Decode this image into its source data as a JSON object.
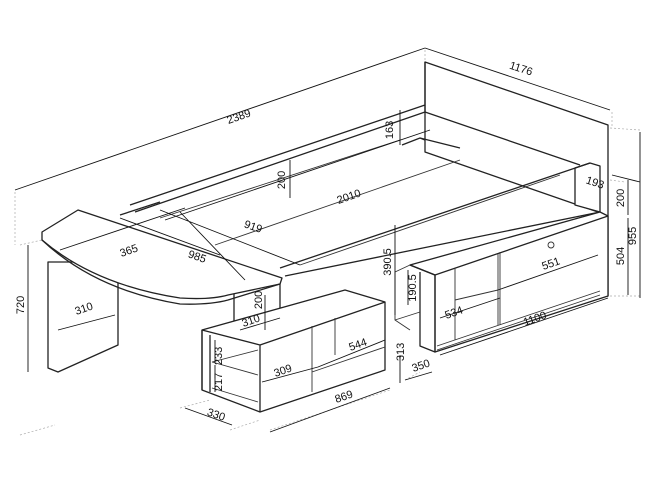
{
  "dimensions": {
    "overall_length": "2389",
    "overall_depth": "1176",
    "headboard_height": "163",
    "rail_height": "200",
    "mattress_length": "2010",
    "desk_span": "919",
    "desk_depth": "365",
    "desk_length": "985",
    "desk_height": "720",
    "desk_leg_width": "310",
    "desk_support_height": "200",
    "desk_support_width": "310",
    "under_bed_height": "390.5",
    "niche_height": "190.5",
    "backrest_depth": "193",
    "backrest_height": "200",
    "overall_height": "955",
    "cabinet_height": "504",
    "sliding_door_width": "551",
    "open_shelf_width": "534",
    "cabinet_length": "1100",
    "shelf_upper_height": "233",
    "shelf_lower_height": "217",
    "drawer_width": "309",
    "shelf_unit_inner": "544",
    "shelf_unit_length": "869",
    "shelf_unit_depth": "330",
    "floor_clearance": "313",
    "cabinet_depth": "350"
  }
}
